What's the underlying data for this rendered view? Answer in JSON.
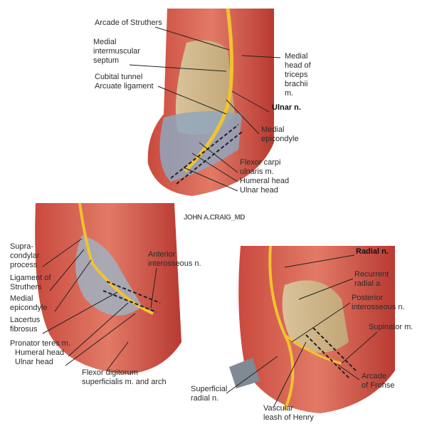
{
  "signature": "JOHN A.CRAIG_MD",
  "top_panel": {
    "arcade_of_struthers": "Arcade of Struthers",
    "medial_intermuscular_septum": [
      "Medial",
      "intermuscular",
      "septum"
    ],
    "cubital_tunnel": [
      "Cubital tunnel",
      "Arcuate ligament"
    ],
    "medial_head_triceps": [
      "Medial",
      "head of",
      "triceps",
      "brachii",
      "m."
    ],
    "ulnar_nerve": "Ulnar n.",
    "medial_epicondyle": [
      "Medial",
      "epicondyle"
    ],
    "flexor_carpi_ulnaris": [
      "Flexor carpi",
      "ulnaris m.",
      "Humeral head",
      "Ulnar head"
    ]
  },
  "bottom_left_panel": {
    "supracondylar_process": [
      "Supra-",
      "condylar",
      "process"
    ],
    "ligament_of_struthers": [
      "Ligament of",
      "Struthers"
    ],
    "medial_epicondyle": [
      "Medial",
      "epicondyle"
    ],
    "lacertus_fibrosus": [
      "Lacertus",
      "fibrosus"
    ],
    "pronator_teres": [
      "Pronator teres m.",
      "Humeral head",
      "Ulnar head"
    ],
    "flexor_digitorum": [
      "Flexor digitorum",
      "superficialis m. and arch"
    ],
    "anterior_interosseous": [
      "Anterior",
      "interosseous n."
    ]
  },
  "bottom_right_panel": {
    "radial_nerve": "Radial n.",
    "recurrent_radial": [
      "Recurrent",
      "radial a."
    ],
    "posterior_interosseous": [
      "Posterior",
      "interosseous n."
    ],
    "supinator": "Supinator m.",
    "arcade_of_frohse": [
      "Arcade",
      "of Frohse"
    ],
    "superficial_radial": [
      "Superficial",
      "radial n."
    ],
    "vascular_leash": [
      "Vascular",
      "leash of Henry"
    ]
  }
}
